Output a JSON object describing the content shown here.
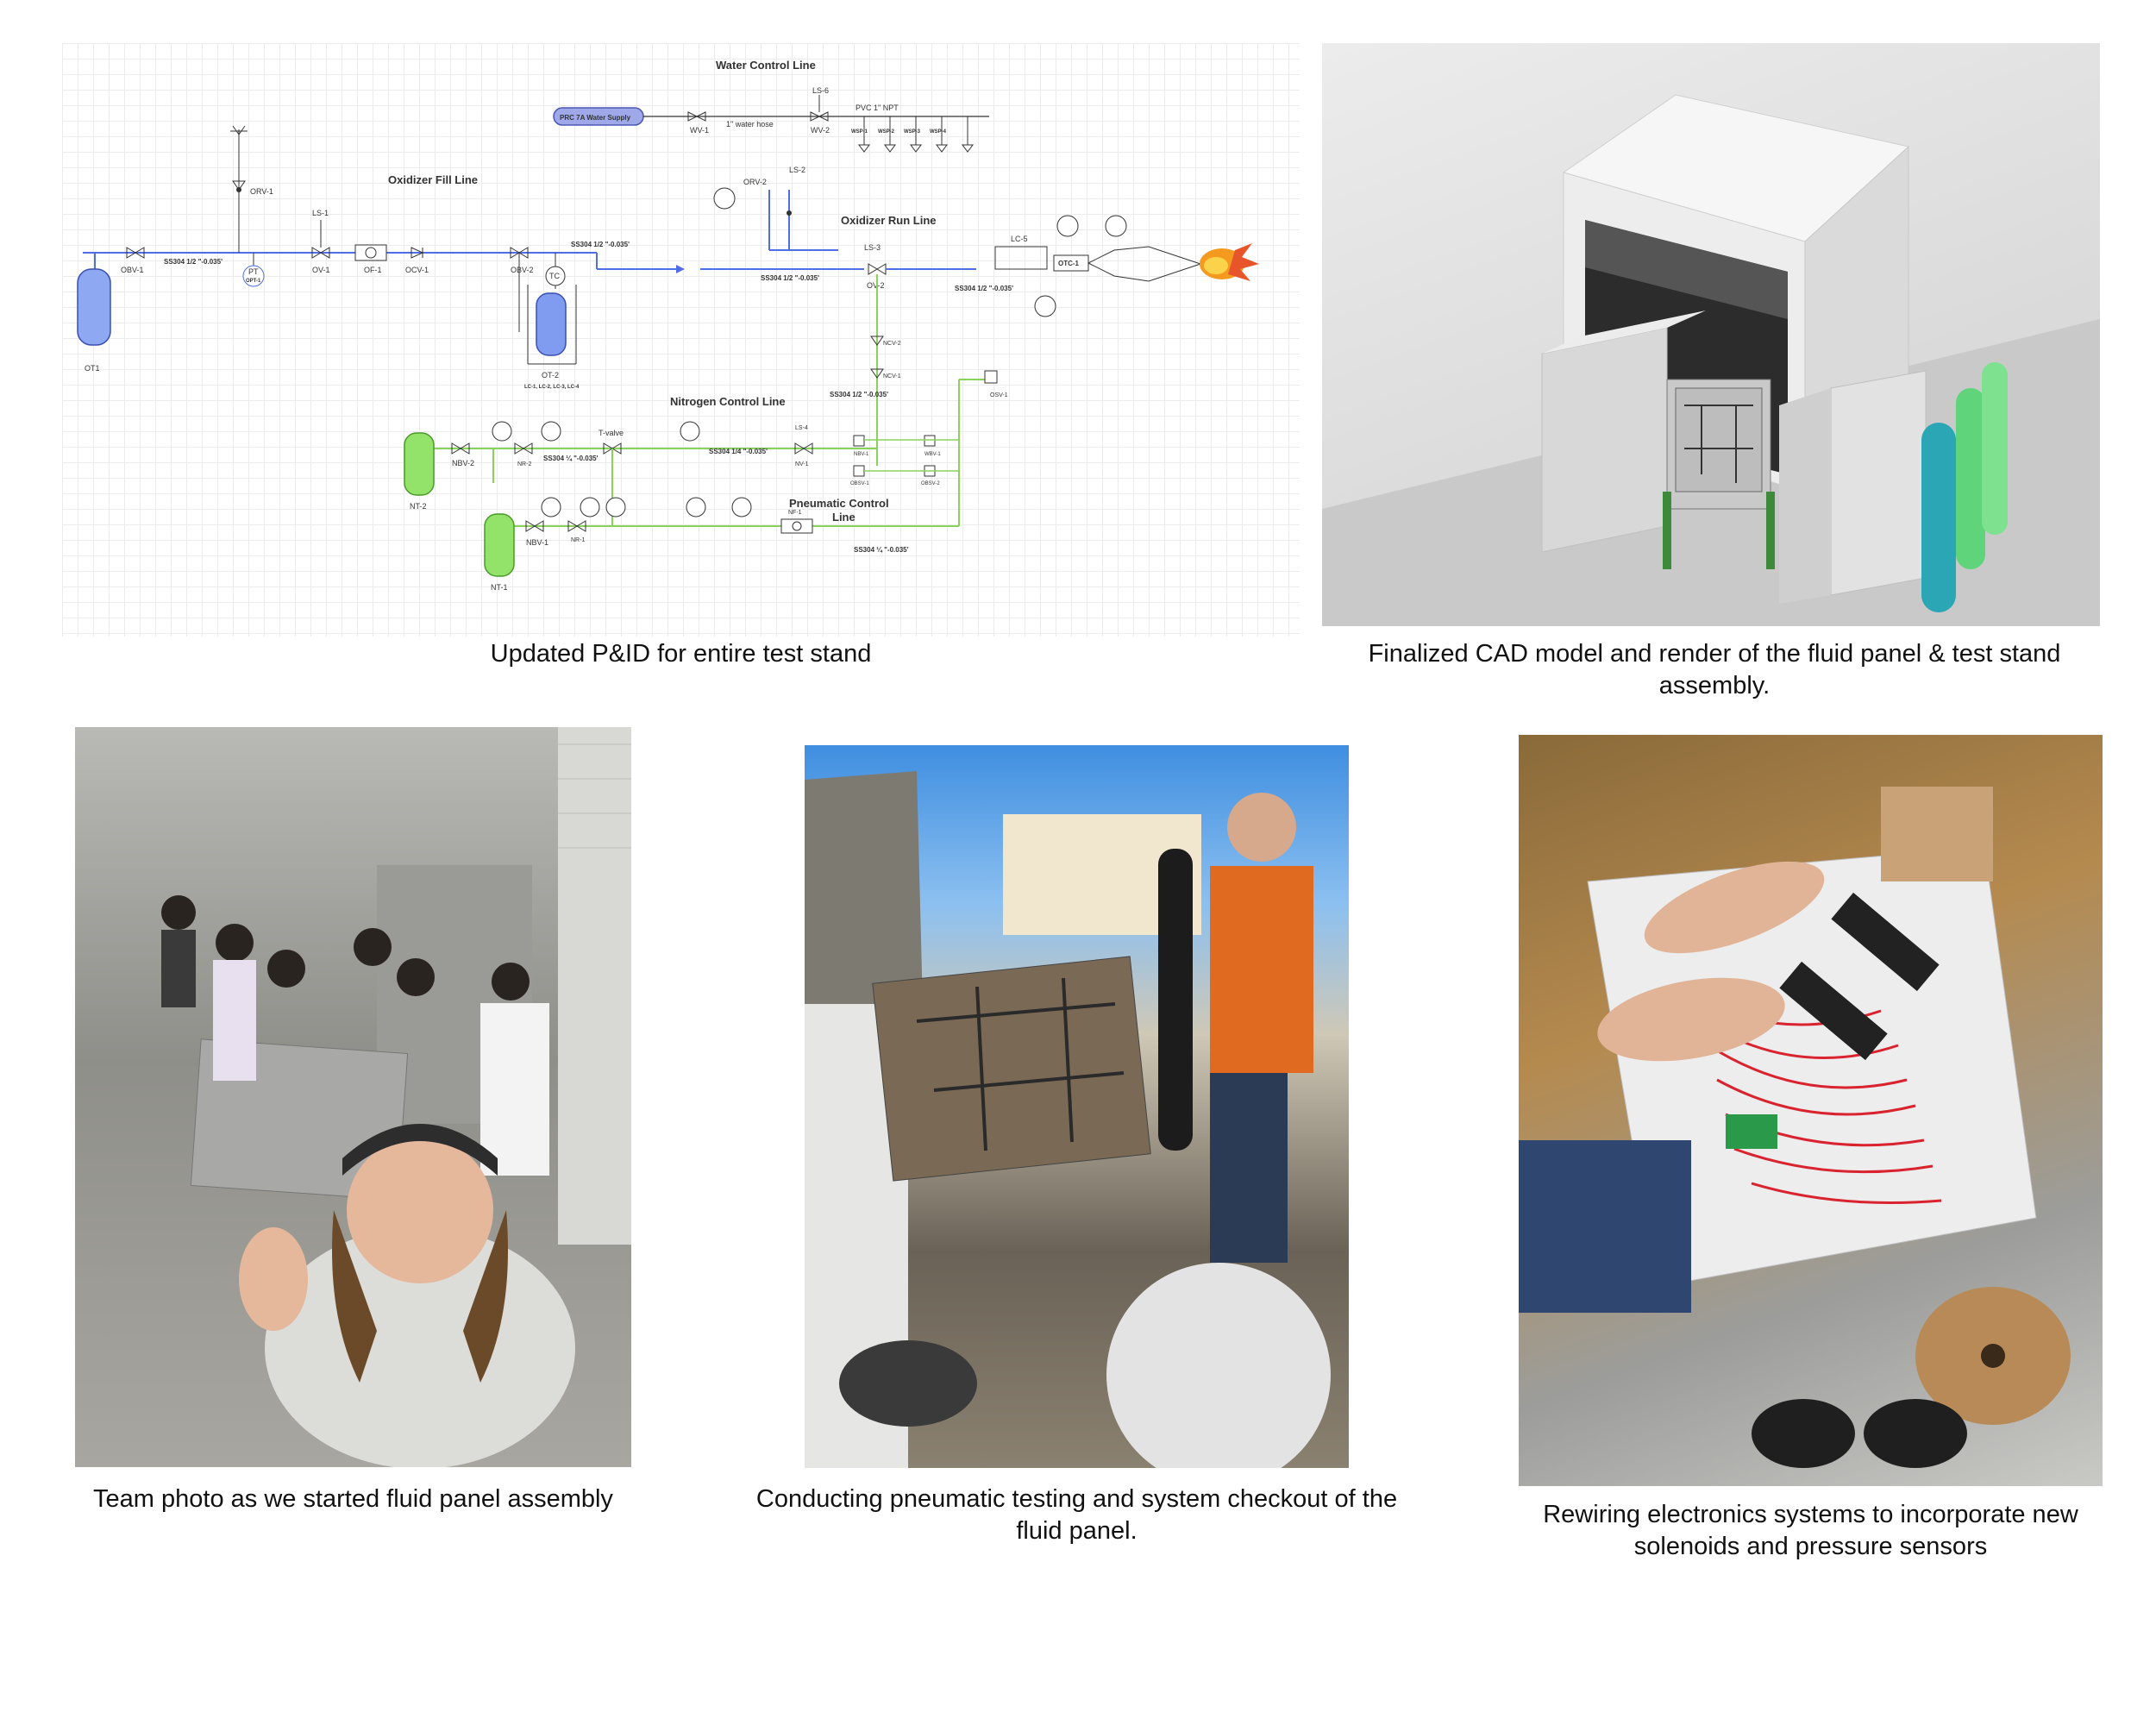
{
  "captions": {
    "pid": "Updated P&ID for entire test stand",
    "cad": "Finalized CAD model and render of the fluid panel & test stand assembly.",
    "photo1": "Team photo as we started fluid panel assembly",
    "photo2": "Conducting pneumatic testing and system checkout of the fluid panel.",
    "photo3": "Rewiring electronics systems to incorporate new solenoids and pressure sensors"
  },
  "pid": {
    "sections": {
      "water": "Water Control Line",
      "ox_fill": "Oxidizer Fill Line",
      "ox_run": "Oxidizer Run Line",
      "nitrogen": "Nitrogen Control Line",
      "pneumatic_1": "Pneumatic Control",
      "pneumatic_2": "Line"
    },
    "water_supply": "PRC 7A Water Supply",
    "labels": {
      "ot1": "OT1",
      "obv1": "OBV-1",
      "orv1": "ORV-1",
      "ls1": "LS-1",
      "ov1": "OV-1",
      "of1": "OF-1",
      "ocv1": "OCV-1",
      "obv2": "OBV-2",
      "ot2": "OT-2",
      "lc_list": "LC-1, LC-2, LC-3, LC-4",
      "pt": "PT",
      "opt1": "OPT-1",
      "ss_half_1": "SS304 1/2 \"-0.035'",
      "ss_half_2": "SS304 1/2 \"-0.035'",
      "ss_half_3": "SS304 1/2 \"-0.035'",
      "ss_half_4": "SS304 1/2 \"-0.035'",
      "ss_half_5": "SS304 1/2 \"-0.035'",
      "ss_quarter_1": "SS304 1/4 \"-0.035'",
      "ss_quarter_2": "SS304 ¼ \"-0.035'",
      "ss_quarter_3": "SS304 ¼ \"-0.035'",
      "wv1": "WV-1",
      "wv2": "WV-2",
      "ls6": "LS-6",
      "water_hose": "1\" water hose",
      "pvc": "PVC 1\" NPT",
      "wsp1": "WSP-1",
      "wsp2": "WSP-2",
      "wsp3": "WSP-3",
      "wsp4": "WSP-4",
      "orv2": "ORV-2",
      "ls2": "LS-2",
      "ls3": "LS-3",
      "ov2": "OV-2",
      "lc5": "LC-5",
      "otc1": "OTC-1",
      "ncv2": "NCV-2",
      "ncv1": "NCV-1",
      "osv1": "OSV-1",
      "nbv2": "NBV-2",
      "nt2": "NT-2",
      "nr2": "NR-2",
      "tvalve": "T-valve",
      "ls4": "LS-4",
      "nv1": "NV-1",
      "nbv1": "NBV-1",
      "nt1": "NT-1",
      "nr1": "NR-1",
      "nf1": "NF-1",
      "nbv": "NBV-1",
      "wbv": "WBV-1",
      "obsv1": "OBSV-1",
      "obsv2": "OBSV-2",
      "tc": "TC"
    },
    "colors": {
      "oxidizer": "#4f6ee8",
      "oxidizer_fill": "#7f9cf0",
      "nitrogen": "#8ad35a",
      "nitrogen_fill": "#93e26a",
      "pipe": "#333333"
    }
  },
  "cad": {
    "colors": {
      "floor": "#dcdcdc",
      "frame": "#e8e8e8",
      "tank_green": "#5fd47a",
      "tank_teal": "#2aa6b4"
    }
  }
}
